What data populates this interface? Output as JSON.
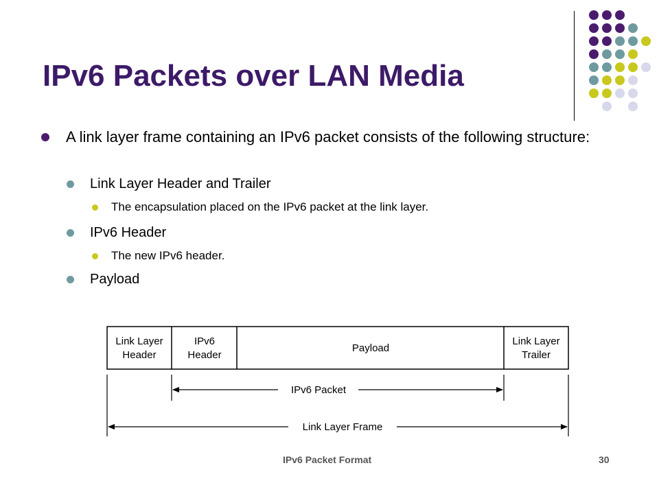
{
  "slide": {
    "title": "IPv6 Packets over LAN Media",
    "bullets": {
      "main": "A link layer frame containing an IPv6 packet consists of the following structure:",
      "link_layer": "Link Layer Header and Trailer",
      "link_layer_desc": "The encapsulation placed on the IPv6 packet at the link layer.",
      "ipv6_header": "IPv6 Header",
      "ipv6_header_desc": "The new IPv6 header.",
      "payload": "Payload"
    },
    "footer": {
      "center": "IPv6 Packet Format",
      "page": "30"
    }
  },
  "diagram": {
    "cell_link_header_1": "Link Layer",
    "cell_link_header_2": "Header",
    "cell_ipv6_header_1": "IPv6",
    "cell_ipv6_header_2": "Header",
    "cell_payload": "Payload",
    "cell_trailer_1": "Link Layer",
    "cell_trailer_2": "Trailer",
    "ipv6_packet_label": "IPv6 Packet",
    "frame_label": "Link Layer Frame"
  },
  "colors": {
    "title": "#3d1a68",
    "purple": "#4b1c6e",
    "teal": "#6f9ba0",
    "olive": "#c8c81e",
    "lavender": "#d8d8ec"
  }
}
